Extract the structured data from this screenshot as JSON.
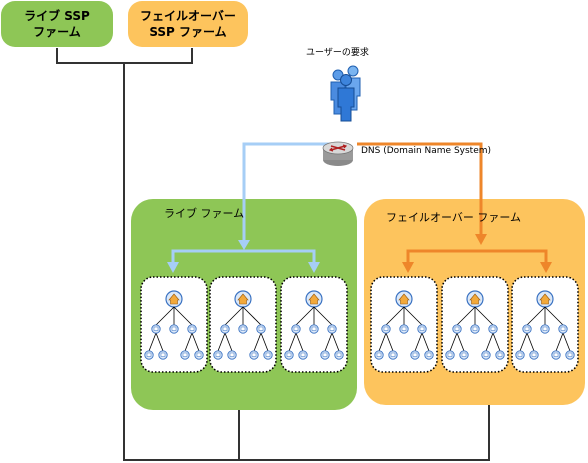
{
  "top_boxes": {
    "live_ssp_farm": "ライブ SSP\nファーム",
    "failover_ssp_farm": "フェイルオーバー\nSSP ファーム"
  },
  "user_request_label": "ユーザーの要求",
  "dns_label": "DNS (Domain Name System)",
  "live_farm": {
    "title": "ライブ ファーム"
  },
  "failover_farm": {
    "title": "フェイルオーバー ファーム"
  },
  "colors": {
    "live_green": "#8ec656",
    "failover_orange": "#fdc45d",
    "blue_route": "#a6cef6",
    "orange_route": "#ee862a",
    "connector_line": "#333333"
  },
  "icons": {
    "users": "users-icon",
    "router": "router-icon",
    "site_root": "home-icon",
    "site_node": "page-node-icon"
  },
  "live_farm_site_count": 3,
  "failover_farm_site_count": 3
}
